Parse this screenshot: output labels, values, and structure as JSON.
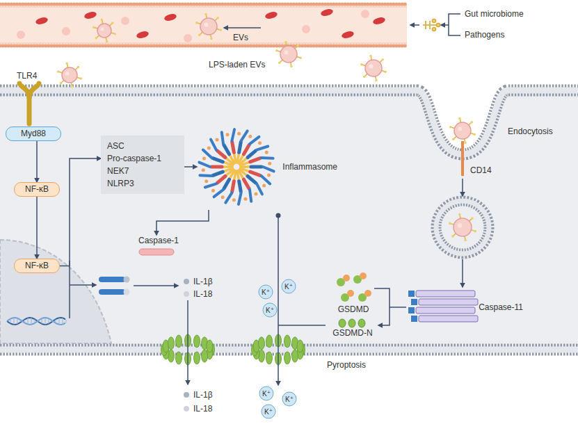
{
  "diagram": {
    "nodes": [
      {
        "text": [
          "Myd88"
        ]
      },
      {
        "text": [
          "NF-κB"
        ]
      },
      {
        "text": [
          "NF-κB"
        ]
      },
      {
        "text": [
          "ASC",
          "Pro-caspase-1",
          "NEK7",
          "NLRP3"
        ]
      },
      {
        "text": [
          "Inflammasome"
        ]
      },
      {
        "text": [
          "Caspase-1"
        ]
      },
      {
        "text": [
          "GSDMD"
        ]
      },
      {
        "text": [
          "GSDMD-N"
        ]
      },
      {
        "text": [
          "Caspase-11"
        ]
      }
    ],
    "edges": [
      {
        "from": 0,
        "to": 1,
        "arrow": "to"
      },
      {
        "from": 1,
        "to": 2,
        "arrow": "to"
      },
      {
        "from": 2,
        "to": 3,
        "arrow": "to"
      },
      {
        "from": 3,
        "to": 4,
        "arrow": "to"
      },
      {
        "from": 4,
        "to": 5,
        "arrow": "to"
      },
      {
        "from": 6,
        "to": 7,
        "arrow": "to"
      }
    ],
    "labels": [
      "Gut microbiome",
      "Pathogens",
      "EVs",
      "LPS-laden EVs",
      "TLR4",
      "Endocytosis",
      "CD14",
      "IL-1β",
      "IL-18",
      "K⁺",
      "K⁺",
      "K⁺",
      "IL-1β",
      "IL-18",
      "K⁺",
      "K⁺",
      "K⁺",
      "Pyroptosis"
    ]
  }
}
